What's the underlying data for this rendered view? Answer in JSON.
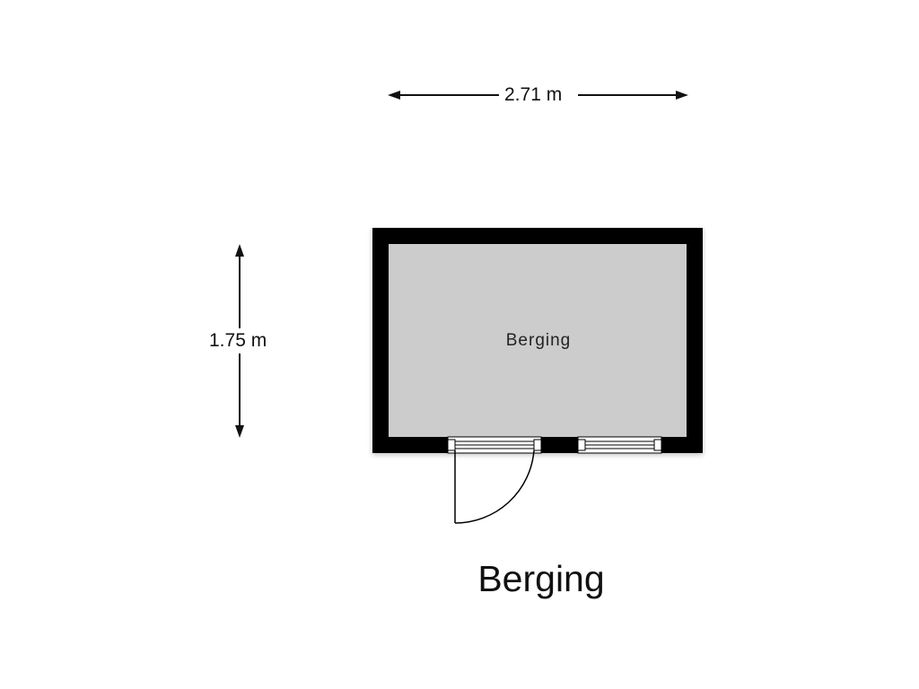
{
  "dimensions": {
    "width_label": "2.71 m",
    "height_label": "1.75 m"
  },
  "room": {
    "name": "Berging",
    "floor_color": "#cccccc",
    "wall_color": "#000000"
  },
  "openings": [
    {
      "type": "door",
      "swing": "outward-left"
    },
    {
      "type": "window"
    }
  ],
  "plan_title": "Berging"
}
